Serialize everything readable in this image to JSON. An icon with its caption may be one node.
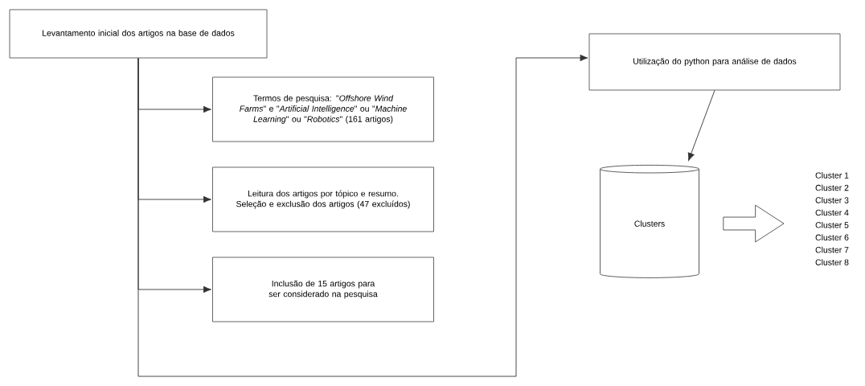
{
  "diagram": {
    "nodes": [
      {
        "text": [
          "Levantamento inicial dos artigos na base de dados"
        ]
      },
      {
        "text": [
          "Termos de pesquisa: \"*Offshore Wind Farms*\" e \"*Artificial Intelligence*\" ou \"*Machine Learning*\" ou \"*Robotics*\" (161 artigos)"
        ]
      },
      {
        "text": [
          "Leitura dos artigos por tópico e resumo. Seleção e exclusão dos artigos (47 excluídos)"
        ]
      },
      {
        "text": [
          "Inclusão de 15 artigos para ser considerado na pesquisa"
        ]
      },
      {
        "text": [
          "Utilização do python para análise de dados"
        ]
      },
      {
        "text": [
          "Clusters"
        ]
      },
      {
        "text": [
          "Cluster 1",
          "Cluster 2",
          "Cluster 3",
          "Cluster 4",
          "Cluster 5",
          "Cluster 6",
          "Cluster 7",
          "Cluster 8"
        ]
      }
    ],
    "edges": [
      {
        "from": 0,
        "to": 1,
        "arrow": "to"
      },
      {
        "from": 0,
        "to": 2,
        "arrow": "to"
      },
      {
        "from": 0,
        "to": 3,
        "arrow": "to"
      },
      {
        "from": 0,
        "to": 4,
        "arrow": "to"
      },
      {
        "from": 4,
        "to": 5,
        "arrow": "to"
      },
      {
        "from": 5,
        "to": 6,
        "arrow": "to",
        "style": "thick"
      }
    ]
  }
}
